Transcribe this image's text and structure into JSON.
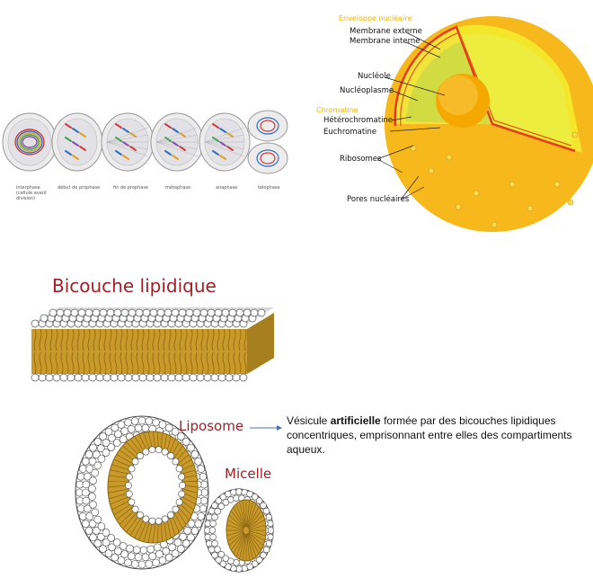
{
  "mitosis": {
    "stages": [
      "interphase (cellule avant division)",
      "début de prophase",
      "fin de prophase",
      "métaphase",
      "anaphase",
      "télophase"
    ]
  },
  "nucleus": {
    "labels": {
      "enveloppe": "Enveloppe nucléaire",
      "membrane_externe": "Membrane externe",
      "membrane_interne": "Membrane interne",
      "nucleole": "Nucléole",
      "nucleoplasme": "Nucléoplasme",
      "chromatine": "Chromatine",
      "heterochromatine": "Hétérochromatine",
      "euchromatine": "Euchromatine",
      "ribosomes": "Ribosomes",
      "pores": "Pores nucléaires"
    },
    "colors": {
      "outer": "#f7c21a",
      "inner": "#f6ea20",
      "membrane": "#e53a1c",
      "nucleolus": "#f5a800",
      "heading": "#f2b400"
    }
  },
  "bilayer": {
    "title": "Bicouche lipidique"
  },
  "liposome": {
    "title": "Liposome",
    "description_pre": "Vésicule ",
    "description_bold": "artificielle",
    "description_post": " formée par des bicouches lipidiques concentriques, emprisonnant entre elles des compartiments aqueux."
  },
  "micelle": {
    "title": "Micelle"
  },
  "colors": {
    "title_red": "#a11f24",
    "tails": "#c99a2a",
    "arrow": "#4a6fb5"
  }
}
